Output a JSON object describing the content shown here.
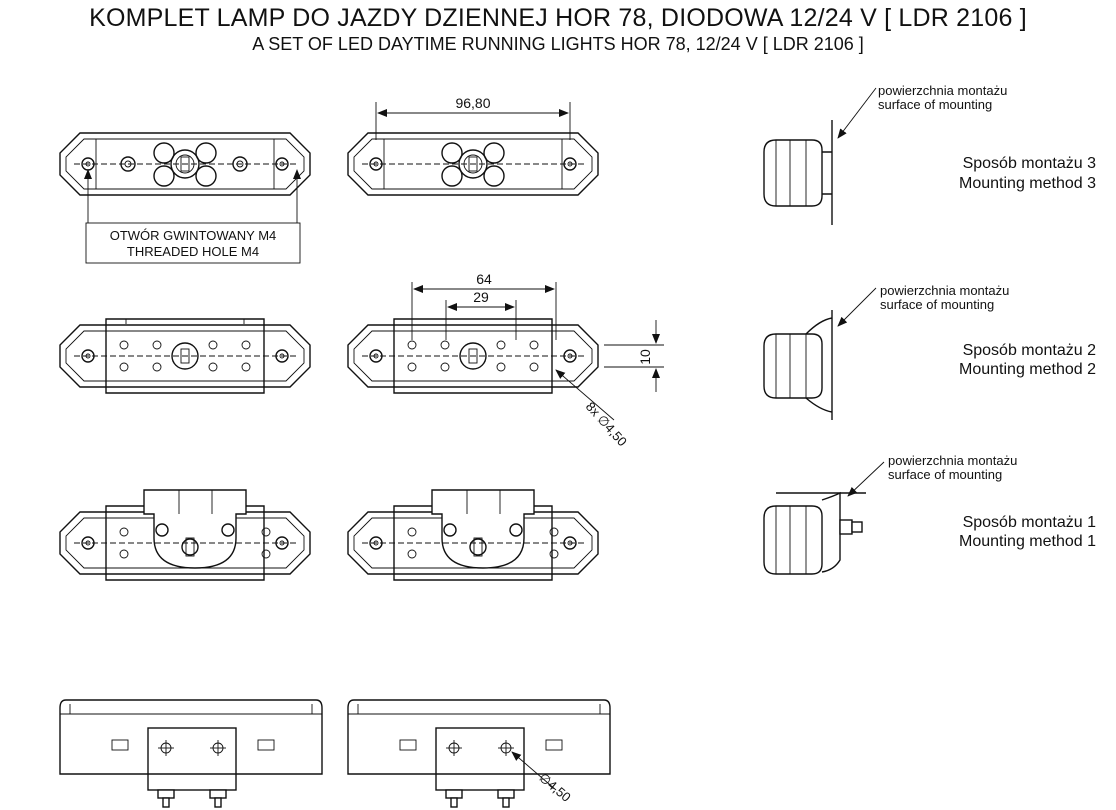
{
  "header": {
    "title_pl": "KOMPLET LAMP DO JAZDY DZIENNEJ HOR 78, DIODOWA 12/24 V [ LDR 2106 ]",
    "title_en": "A SET OF LED DAYTIME RUNNING LIGHTS HOR 78, 12/24 V [ LDR 2106 ]"
  },
  "dimensions": {
    "overall_width": "96,80",
    "hole_spacing_outer": "64",
    "hole_spacing_inner": "29",
    "hole_offset": "10",
    "holes_callout": "8x ∅4,50",
    "bottom_hole": "∅4,50"
  },
  "callouts": {
    "threaded_hole_pl": "OTWÓR GWINTOWANY M4",
    "threaded_hole_en": "THREADED HOLE M4"
  },
  "mounting": [
    {
      "surface_pl": "powierzchnia montażu",
      "surface_en": "surface of mounting",
      "method_pl": "Sposób montażu 3",
      "method_en": "Mounting method 3"
    },
    {
      "surface_pl": "powierzchnia montażu",
      "surface_en": "surface of mounting",
      "method_pl": "Sposób montażu 2",
      "method_en": "Mounting method 2"
    },
    {
      "surface_pl": "powierzchnia montażu",
      "surface_en": "surface of mounting",
      "method_pl": "Sposób montażu 1",
      "method_en": "Mounting method 1"
    }
  ]
}
